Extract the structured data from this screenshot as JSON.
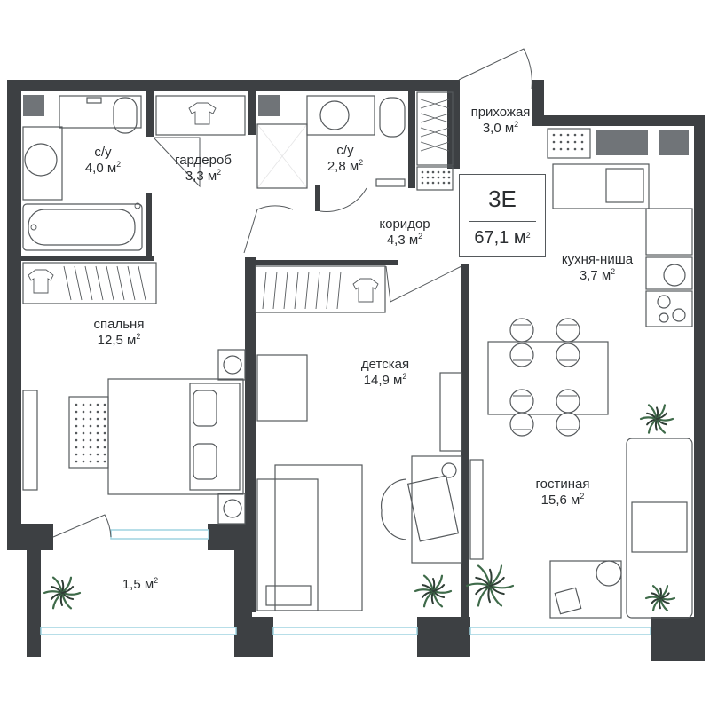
{
  "plan": {
    "apartment_code": "3E",
    "total_area": "67,1",
    "area_unit": "м",
    "unit_power": "2",
    "rooms": [
      {
        "id": "bath1",
        "name": "с/у",
        "area": "4,0"
      },
      {
        "id": "wardrobe",
        "name": "гардероб",
        "area": "3,3"
      },
      {
        "id": "bath2",
        "name": "с/у",
        "area": "2,8"
      },
      {
        "id": "hall",
        "name": "прихожая",
        "area": "3,0"
      },
      {
        "id": "corridor",
        "name": "коридор",
        "area": "4,3"
      },
      {
        "id": "kitchen",
        "name": "кухня-ниша",
        "area": "3,7"
      },
      {
        "id": "bedroom",
        "name": "спальня",
        "area": "12,5"
      },
      {
        "id": "kids",
        "name": "детская",
        "area": "14,9"
      },
      {
        "id": "living",
        "name": "гостиная",
        "area": "15,6"
      },
      {
        "id": "balcony",
        "name": "",
        "area": "1,5"
      }
    ]
  },
  "colors": {
    "wall": "#3d4043",
    "window": "#9fd3e0",
    "furniture_line": "#55595c",
    "plant": "#3f6b4a"
  }
}
